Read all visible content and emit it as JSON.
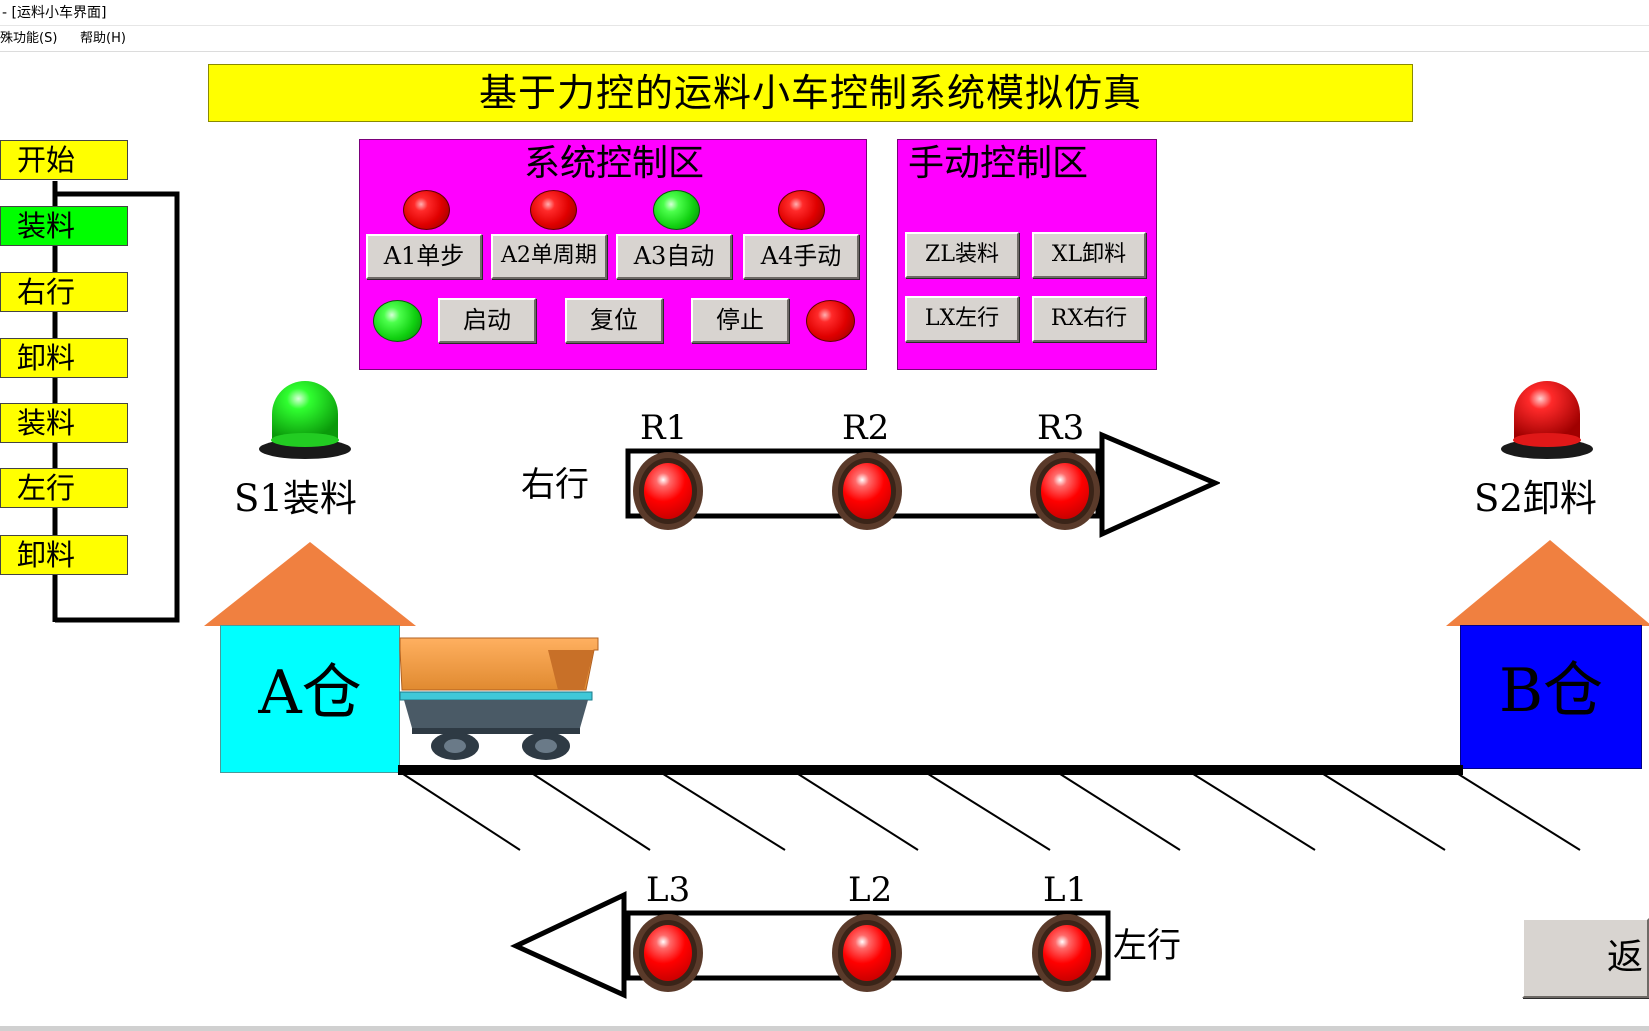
{
  "window": {
    "title": "- [运料小车界面]",
    "menu": [
      "殊功能(S)",
      "帮助(H)"
    ]
  },
  "header": {
    "title": "基于力控的运料小车控制系统模拟仿真"
  },
  "sequence": {
    "steps": [
      "开始",
      "装料",
      "右行",
      "卸料",
      "装料",
      "左行",
      "卸料"
    ],
    "active_index": 1
  },
  "system_panel": {
    "title": "系统控制区",
    "mode_leds": [
      "red",
      "red",
      "green",
      "red"
    ],
    "mode_buttons": [
      "A1单步",
      "A2单周期",
      "A3自动",
      "A4手动"
    ],
    "action_buttons": [
      "启动",
      "复位",
      "停止"
    ],
    "start_led": "green",
    "stop_led": "red"
  },
  "manual_panel": {
    "title": "手动控制区",
    "buttons": [
      "ZL装料",
      "XL卸料",
      "LX左行",
      "RX右行"
    ]
  },
  "stations": {
    "s1": {
      "label": "S1装料",
      "lamp": "green"
    },
    "s2": {
      "label": "S2卸料",
      "lamp": "red"
    },
    "a": {
      "label": "A仓"
    },
    "b": {
      "label": "B仓"
    }
  },
  "right_track": {
    "label": "右行",
    "lamps": [
      "R1",
      "R2",
      "R3"
    ]
  },
  "left_track": {
    "label": "左行",
    "lamps": [
      "L3",
      "L2",
      "L1"
    ]
  },
  "return_button": {
    "label": "返"
  },
  "colors": {
    "title_bg": "#ffff00",
    "panel_bg": "#ff00ff",
    "step_active": "#00ff00",
    "a_house": "#00ffff",
    "b_house": "#0000ff",
    "roof": "#f08040"
  }
}
